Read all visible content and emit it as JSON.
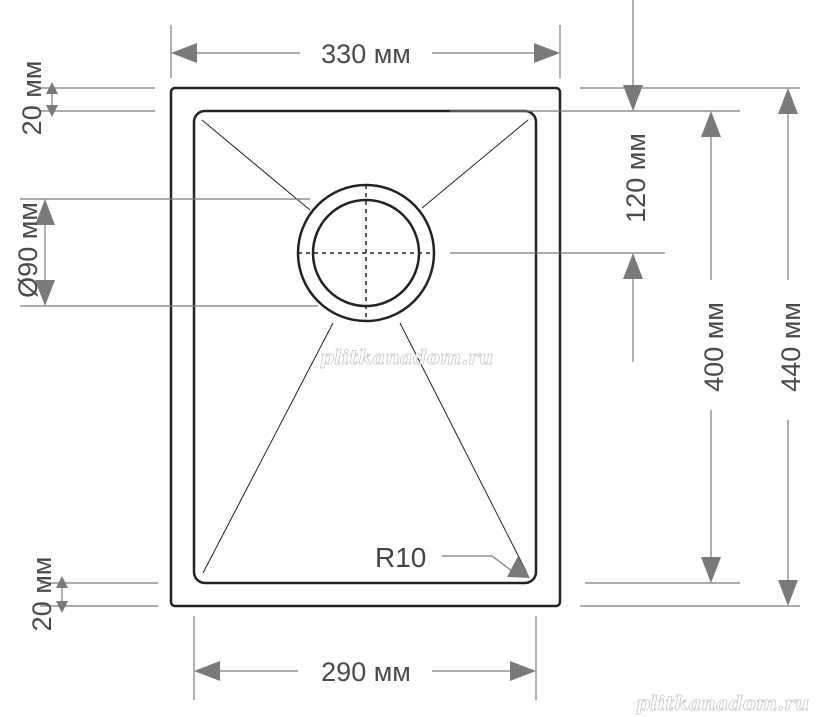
{
  "dimensions": {
    "outer_width": "330 мм",
    "inner_width": "290 мм",
    "outer_height": "440 мм",
    "inner_height": "400 мм",
    "drain_offset": "120 мм",
    "drain_diameter": "Ø90 мм",
    "rim_top": "20 мм",
    "rim_bottom": "20 мм"
  },
  "labels": {
    "corner_radius": "R10"
  },
  "watermarks": {
    "center": "plitkanadom.ru",
    "corner": "plitkanadom.ru"
  }
}
